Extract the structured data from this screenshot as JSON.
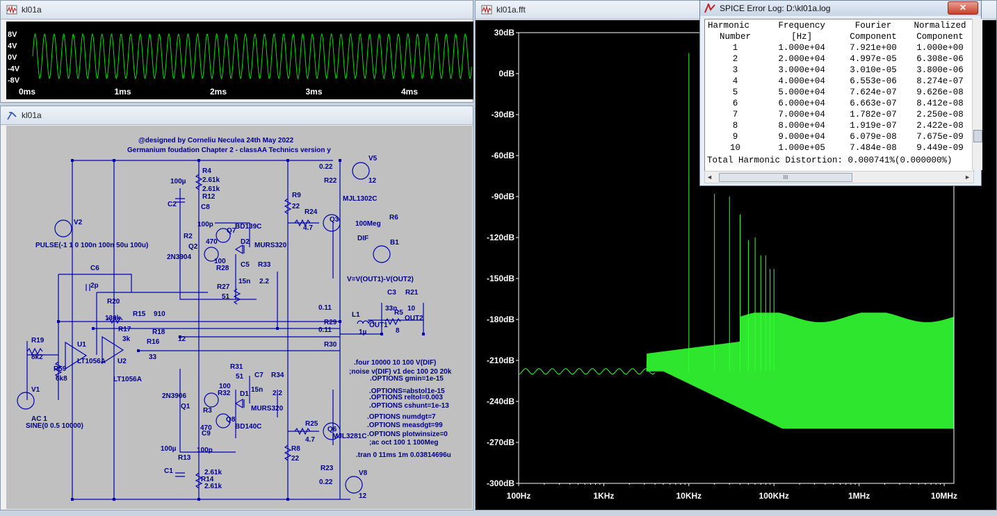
{
  "waveform_window": {
    "title": "kl01a",
    "y_ticks": [
      "8V",
      "4V",
      "0V",
      "-4V",
      "-8V"
    ],
    "x_ticks": [
      "0ms",
      "1ms",
      "2ms",
      "3ms",
      "4ms"
    ],
    "trace_color": "#00e000"
  },
  "schematic_window": {
    "title": "kl01a",
    "header_line1": "@designed by Corneliu Neculea 24th May 2022",
    "header_line2": "Germanium foudation Chapter 2 - classAA Technics version y",
    "labels": {
      "R4": "R4",
      "R4v": "2.61k",
      "C2u": "100µ",
      "R12v": "2.61k",
      "R12": "R12",
      "C2": "C2",
      "C8": "C8",
      "C8v": "100p",
      "R2": "R2",
      "Q2": "Q2",
      "Q7": "Q7",
      "BD139C": "BD139C",
      "D2": "D2",
      "MURS320a": "MURS320",
      "R2v": "470",
      "N2N3904": "2N3904",
      "R28v": "100",
      "R28": "R28",
      "C5": "C5",
      "R33": "R33",
      "C5v": "15n",
      "R33v": "2.2",
      "R27": "R27",
      "R27v": "51",
      "R9": "R9",
      "R9v": "22",
      "R24": "R24",
      "R24v": "4.7",
      "R22v": "0.22",
      "R22": "R22",
      "V5": "V5",
      "V5v": "12",
      "MJL1302C": "MJL1302C",
      "Q3": "Q3",
      "R6v": "100Meg",
      "R6": "R6",
      "DIF": "DIF",
      "B1": "B1",
      "V2": "V2",
      "PULSE": "PULSE(-1 1 0 100n 100n 50u 100u)",
      "C6": "C6",
      "C6v": "2p",
      "R20": "R20",
      "R20v": "130k",
      "R15": "R15",
      "R15v": "910",
      "R17": "R17",
      "R17v": "3k",
      "R18": "R18",
      "R18v": "12",
      "R16": "R16",
      "R16v": "33",
      "R19": "R19",
      "R19v": "8k2",
      "U1": "U1",
      "LT1056Aa": "LT1056A",
      "U2": "U2",
      "LT1056Ab": "LT1056A",
      "R59": "R59",
      "R59v": "6k8",
      "V1": "V1",
      "AC1": "AC 1",
      "SINE": "SINE(0 0.5 10000)",
      "Vexpr": "V=V(OUT1)-V(OUT2)",
      "C3": "C3",
      "R21": "R21",
      "C3v": "33n",
      "R21v": "10",
      "R5": "R5",
      "R5v": "8",
      "OUT2": "OUT2",
      "OUT1": "OUT1",
      "L1": "L1",
      "L1v": "1µ",
      "R29a": "0.11",
      "R29": "R29",
      "R29b": "0.11",
      "R30": "R30",
      "R31": "R31",
      "R31v": "51",
      "C7": "C7",
      "R34": "R34",
      "C7v": "15n",
      "R34v": "2.2",
      "N2N3906": "2N3906",
      "Q1": "Q1",
      "R32v": "100",
      "R32": "R32",
      "D1": "D1",
      "MURS320b": "MURS320",
      "R3": "R3",
      "Q8": "Q8",
      "R3v": "470",
      "C9": "C9",
      "C9v": "100p",
      "BD140C": "BD140C",
      "R25": "R25",
      "R25v": "4.7",
      "Q6": "Q6",
      "MJL3281C": "MJL3281C",
      "C1u": "100µ",
      "R13": "R13",
      "C1": "C1",
      "R13v": "2.61k",
      "R14": "R14",
      "R14v": "2.61k",
      "R8": "R8",
      "R8v": "22",
      "R23": "R23",
      "R23v": "0.22",
      "V8": "V8",
      "V8v": "12"
    },
    "directives": [
      ".four 10000 10 100 V(DIF)",
      ";noise v(DIF) v1 dec 100 20 20k",
      ".OPTIONS gmin=1e-15",
      ".OPTIONS=abstol1e-15",
      ".OPTIONS reltol=0.003",
      ".OPTIONS cshunt=1e-13",
      ".OPTIONS numdgt=7",
      ".OPTIONS measdgt=99",
      ".OPTIONS plotwinsize=0",
      ";ac oct 100 1 100Meg",
      ".tran 0 11ms 1m 0.03814696u"
    ]
  },
  "fft_window": {
    "title": "kl01a.fft",
    "chart_data": {
      "type": "line",
      "x_scale": "log",
      "xlim": [
        100,
        13000000
      ],
      "ylim": [
        -300,
        30
      ],
      "y_unit": "dB",
      "y_ticks": [
        "30dB",
        "0dB",
        "-30dB",
        "-60dB",
        "-90dB",
        "-120dB",
        "-150dB",
        "-180dB",
        "-210dB",
        "-240dB",
        "-270dB",
        "-300dB"
      ],
      "x_ticks": [
        "100Hz",
        "1KHz",
        "10KHz",
        "100KHz",
        "1MHz",
        "10MHz"
      ],
      "series": [
        {
          "color": "#33ff33"
        }
      ],
      "harmonic_peaks_dB": [
        [
          10000,
          15
        ],
        [
          20000,
          -88
        ],
        [
          30000,
          -90
        ],
        [
          40000,
          -103
        ],
        [
          50000,
          -122
        ],
        [
          60000,
          -120
        ],
        [
          70000,
          -133
        ],
        [
          80000,
          -133
        ],
        [
          90000,
          -143
        ],
        [
          100000,
          -143
        ]
      ],
      "noise_floor_dB": -218
    }
  },
  "error_log_window": {
    "title": "SPICE Error Log: D:\\kl01a.log",
    "columns": [
      [
        "Harmonic",
        "Number"
      ],
      [
        "Frequency",
        "[Hz]"
      ],
      [
        "Fourier",
        "Component"
      ],
      [
        "Normalized",
        "Component"
      ]
    ],
    "rows": [
      [
        "1",
        "1.000e+04",
        "7.921e+00",
        "1.000e+00"
      ],
      [
        "2",
        "2.000e+04",
        "4.997e-05",
        "6.308e-06"
      ],
      [
        "3",
        "3.000e+04",
        "3.010e-05",
        "3.800e-06"
      ],
      [
        "4",
        "4.000e+04",
        "6.553e-06",
        "8.274e-07"
      ],
      [
        "5",
        "5.000e+04",
        "7.624e-07",
        "9.626e-08"
      ],
      [
        "6",
        "6.000e+04",
        "6.663e-07",
        "8.412e-08"
      ],
      [
        "7",
        "7.000e+04",
        "1.782e-07",
        "2.250e-08"
      ],
      [
        "8",
        "8.000e+04",
        "1.919e-07",
        "2.422e-08"
      ],
      [
        "9",
        "9.000e+04",
        "6.079e-08",
        "7.675e-09"
      ],
      [
        "10",
        "1.000e+05",
        "7.484e-08",
        "9.449e-09"
      ]
    ],
    "thd": "Total Harmonic Distortion: 0.000741%(0.000000%)",
    "close_label": "✕",
    "scroll_mark": "III"
  }
}
